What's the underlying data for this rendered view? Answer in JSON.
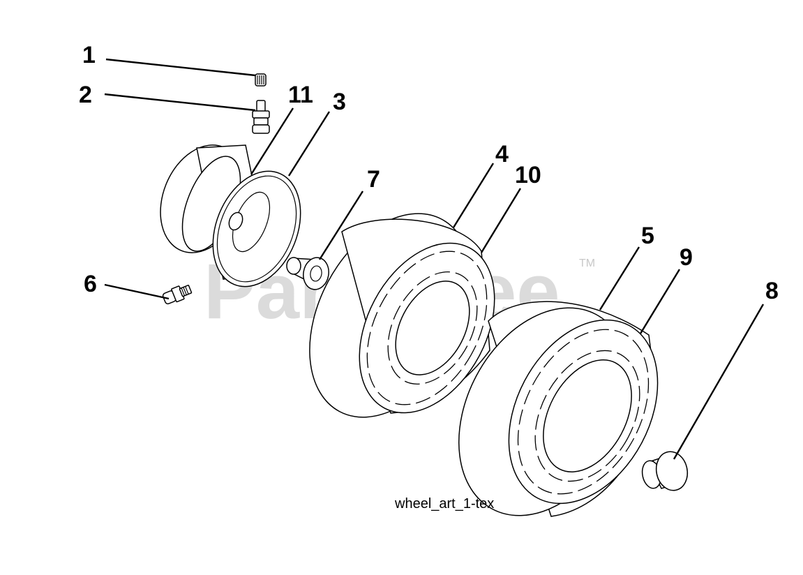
{
  "watermark": {
    "brand": "PartsTree",
    "trademark": "TM"
  },
  "caption": "wheel_art_1-tex",
  "callouts": [
    "1",
    "2",
    "11",
    "3",
    "4",
    "10",
    "7",
    "5",
    "9",
    "8",
    "6"
  ],
  "colors": {
    "line": "#000000",
    "watermark": "#cfcfcf",
    "background": "#ffffff"
  }
}
